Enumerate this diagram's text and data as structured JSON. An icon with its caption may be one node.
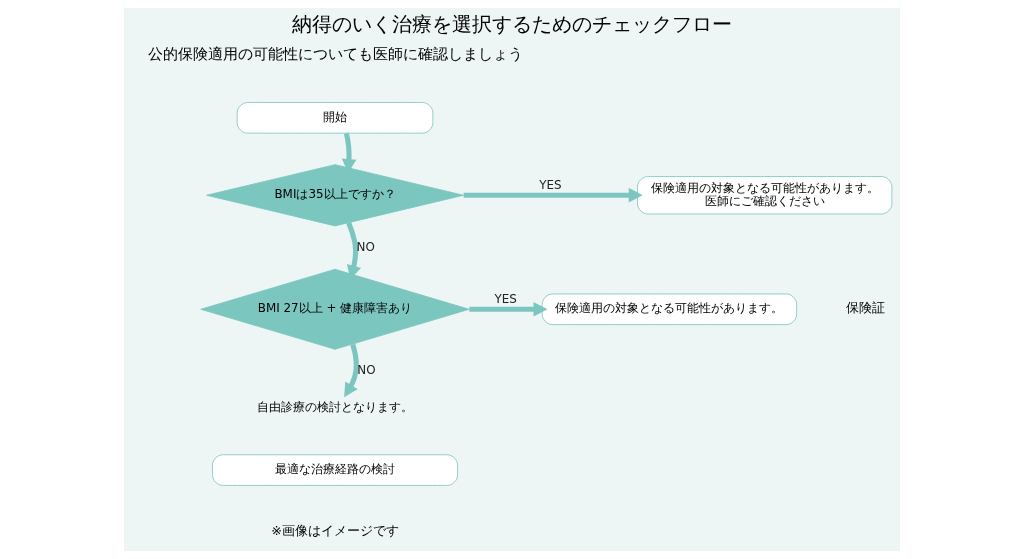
{
  "diagram": {
    "title": "納得のいく治療を選択するためのチェックフロー",
    "nodes": [
      {
        "text": [
          "開始"
        ]
      },
      {
        "text": [
          "BMIは35以上ですか？"
        ]
      },
      {
        "text": [
          "保険適用の対象となる可能性があります。",
          "医師にご確認ください"
        ]
      },
      {
        "text": [
          "BMI 27以上 + 健康障害あり"
        ]
      },
      {
        "text": [
          "保険適用の対象となる可能性があります。"
        ]
      },
      {
        "text": [
          "自由診療の検討となります。"
        ]
      },
      {
        "text": [
          "最適な治療経路の検討"
        ]
      }
    ],
    "edges": [
      {
        "from": 0,
        "to": 1,
        "arrow": "to"
      },
      {
        "from": 1,
        "to": 2,
        "arrow": "to",
        "label": "YES"
      },
      {
        "from": 1,
        "to": 3,
        "arrow": "to",
        "label": "NO"
      },
      {
        "from": 3,
        "to": 4,
        "arrow": "to",
        "label": "YES"
      },
      {
        "from": 3,
        "to": 5,
        "arrow": "to",
        "label": "NO"
      }
    ],
    "labels": [
      "公的保険適用の可能性についても医師に確認しましょう",
      "保険証",
      "※画像はイメージです"
    ]
  }
}
